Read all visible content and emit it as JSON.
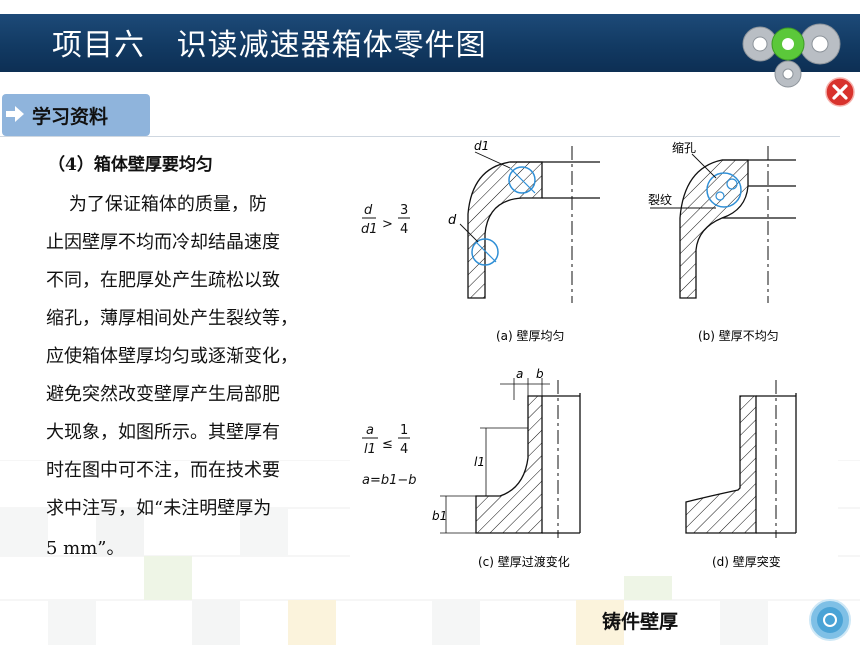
{
  "title": "项目六   识读减速器箱体零件图",
  "tab_label": "学习资料",
  "section_heading": "（4）箱体壁厚要均匀",
  "paragraph_lines": [
    "    为了保证箱体的质量，防",
    "止因壁厚不均而冷却结晶速度",
    "不同，在肥厚处产生疏松以致",
    "缩孔，薄厚相间处产生裂纹等，",
    "应使箱体壁厚均匀或逐渐变化，",
    "避免突然改变壁厚产生局部肥",
    "大现象，如图所示。其壁厚有",
    "时在图中可不注，而在技术要",
    "求中注写，如“未注明壁厚为",
    "5 mm”。"
  ],
  "figure": {
    "formula_a": {
      "lhs_num": "d",
      "lhs_den": "d1",
      "op": ">",
      "rhs_num": "3",
      "rhs_den": "4"
    },
    "formula_c": {
      "lhs_num": "a",
      "lhs_den": "l1",
      "op": "≤",
      "rhs_num": "1",
      "rhs_den": "4",
      "line2": "a=b1−b"
    },
    "labels": {
      "d1": "d1",
      "d": "d",
      "suokong": "缩孔",
      "liewen": "裂纹",
      "a": "a",
      "b": "b",
      "l1": "l1",
      "b1": "b1"
    },
    "captions": {
      "a": "(a) 壁厚均匀",
      "b": "(b) 壁厚不均匀",
      "c": "(c) 壁厚过渡变化",
      "d": "(d) 壁厚突变"
    }
  },
  "bottom_caption": "铸件壁厚",
  "colors": {
    "title_bar": "#123a63",
    "tab": "#8fb4dc",
    "circle_blue": "#2f8fd6",
    "close_red": "#d8332d",
    "gear_green": "#5bc83a"
  },
  "icons": {
    "gears": "gears-icon",
    "close": "close-icon",
    "home": "home-icon",
    "tab_arrow": "arrow-right-icon"
  }
}
